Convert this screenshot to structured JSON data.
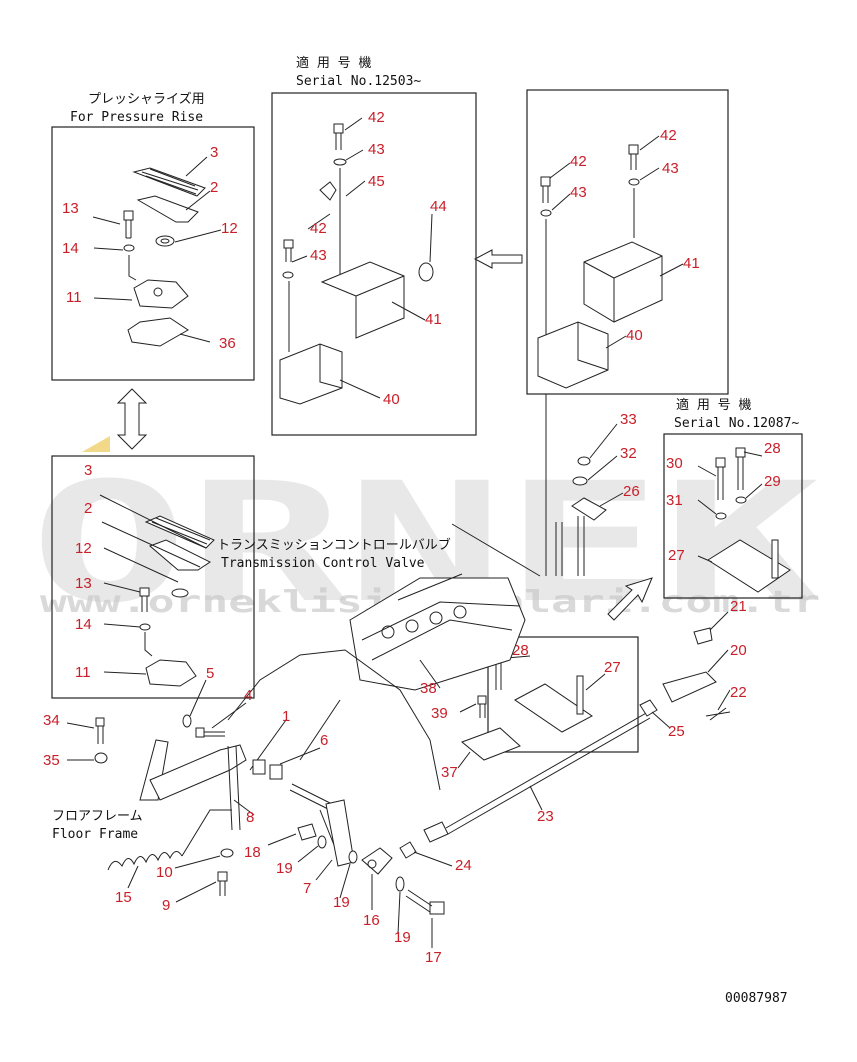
{
  "watermark": {
    "brand": "ORNEK",
    "url": "www.orneklisimalhalari.com.tr"
  },
  "insets": {
    "pressure_rise": {
      "caption_jp": "プレッシャライズ用",
      "caption_en": "For Pressure Rise"
    },
    "serial_12503": {
      "caption_jp": "適 用 号 機",
      "caption_en": "Serial No.12503~"
    },
    "serial_12087": {
      "caption_jp": "適 用 号 機",
      "caption_en": "Serial No.12087~"
    }
  },
  "labels": {
    "transmission_valve_jp": "トランスミッションコントロールバルブ",
    "transmission_valve_en": "Transmission Control Valve",
    "floor_frame_jp": "フロアフレーム",
    "floor_frame_en": "Floor Frame"
  },
  "drawing_number": "00087987",
  "parts": {
    "p1": "1",
    "p2": "2",
    "p3": "3",
    "p4": "4",
    "p5": "5",
    "p6": "6",
    "p7": "7",
    "p8": "8",
    "p9": "9",
    "p10": "10",
    "p11": "11",
    "p12": "12",
    "p13": "13",
    "p14": "14",
    "p15": "15",
    "p16": "16",
    "p17": "17",
    "p18": "18",
    "p19": "19",
    "p20": "20",
    "p21": "21",
    "p22": "22",
    "p23": "23",
    "p24": "24",
    "p25": "25",
    "p26": "26",
    "p27": "27",
    "p28": "28",
    "p29": "29",
    "p30": "30",
    "p31": "31",
    "p32": "32",
    "p33": "33",
    "p34": "34",
    "p35": "35",
    "p36": "36",
    "p37": "37",
    "p38": "38",
    "p39": "39",
    "p40": "40",
    "p41": "41",
    "p42": "42",
    "p43": "43",
    "p44": "44",
    "p45": "45"
  },
  "colors": {
    "callout": "#c8202a",
    "line": "#222222",
    "watermark": "#d6d6d6",
    "watermark_accent": "#f2d98a"
  }
}
